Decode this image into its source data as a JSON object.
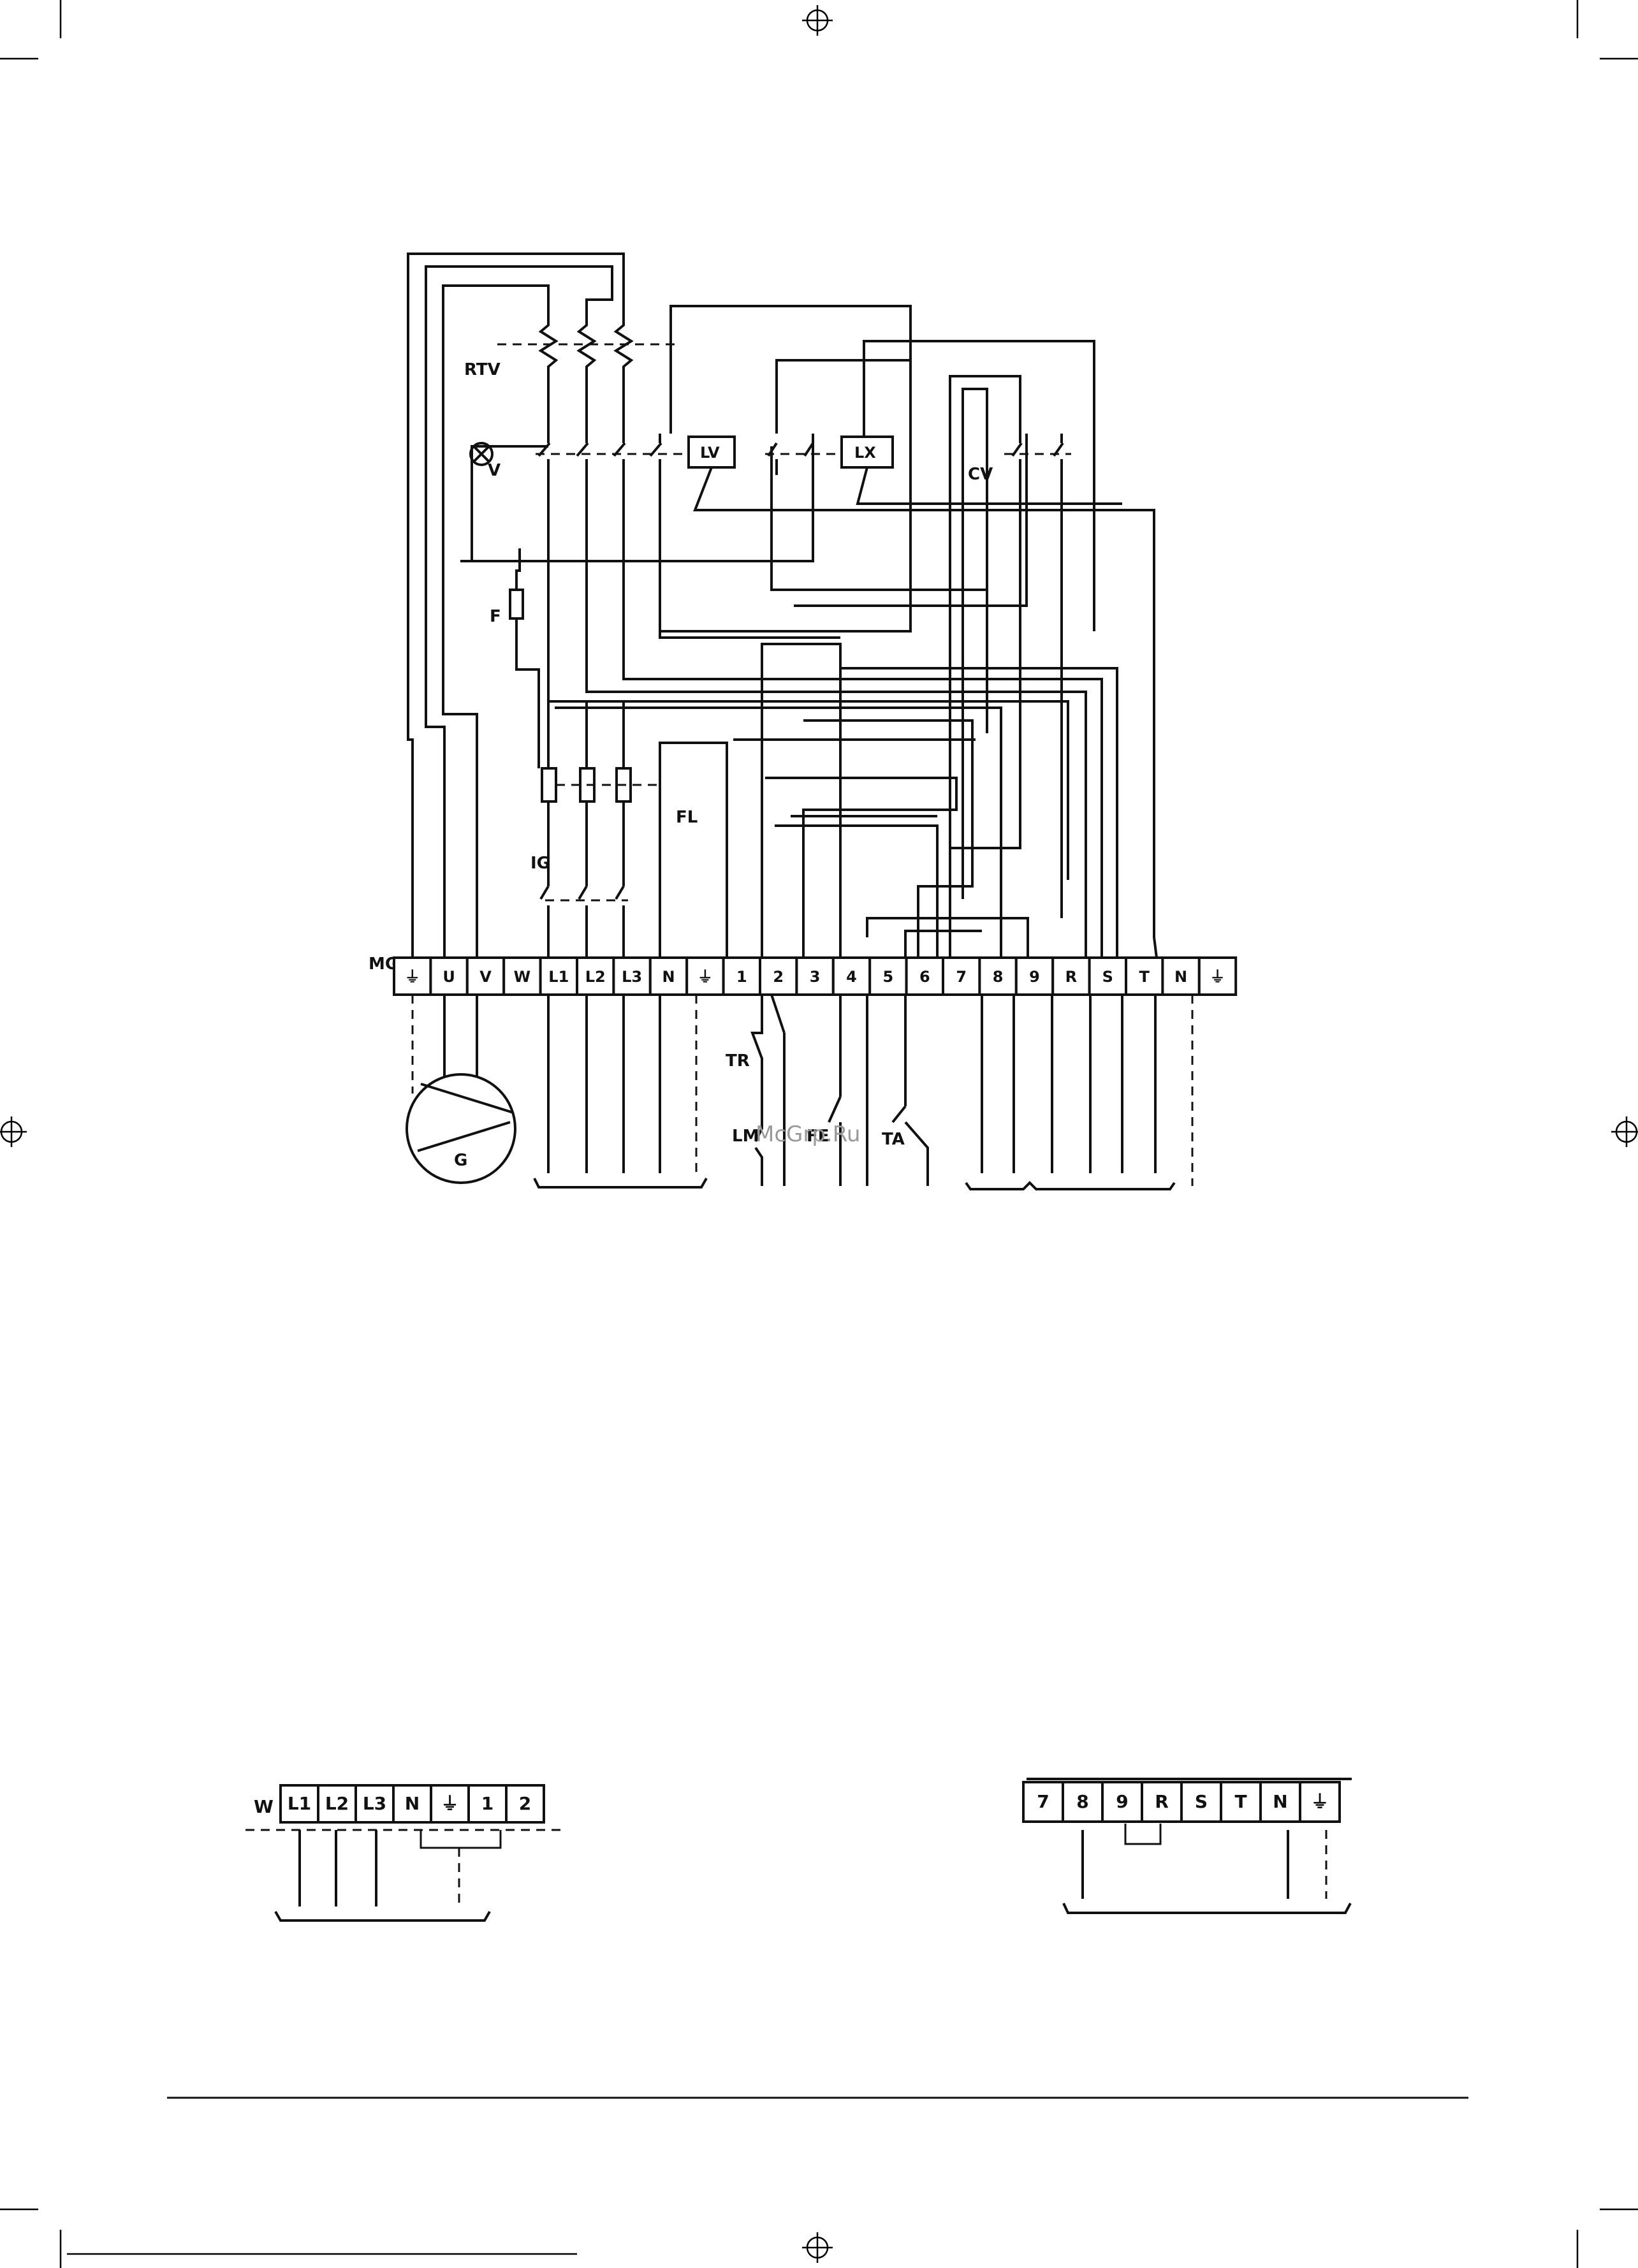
{
  "main_diagram": {
    "components": {
      "rtv": "RTV",
      "lamp": "V",
      "fuse": "F",
      "contactor_lv": "LV",
      "contactor_lx": "LX",
      "relay_cv": "CV",
      "fuses_fl": "FL",
      "switch_ig": "IG",
      "terminal_block": "MG",
      "generator": "G",
      "switch_tr": "TR",
      "switch_lm": "LM",
      "switch_fe": "FE",
      "switch_ta": "TA"
    },
    "terminals": [
      "⏚",
      "U",
      "V",
      "W",
      "L1",
      "L2",
      "L3",
      "N",
      "⏚",
      "1",
      "2",
      "3",
      "4",
      "5",
      "6",
      "7",
      "8",
      "9",
      "R",
      "S",
      "T",
      "N",
      "⏚"
    ]
  },
  "watermark": "McGrp.Ru",
  "left_block": {
    "prefix": "W",
    "terminals": [
      "L1",
      "L2",
      "L3",
      "N",
      "⏚",
      "1",
      "2"
    ]
  },
  "right_block": {
    "terminals": [
      "7",
      "8",
      "9",
      "R",
      "S",
      "T",
      "N",
      "⏚"
    ]
  }
}
